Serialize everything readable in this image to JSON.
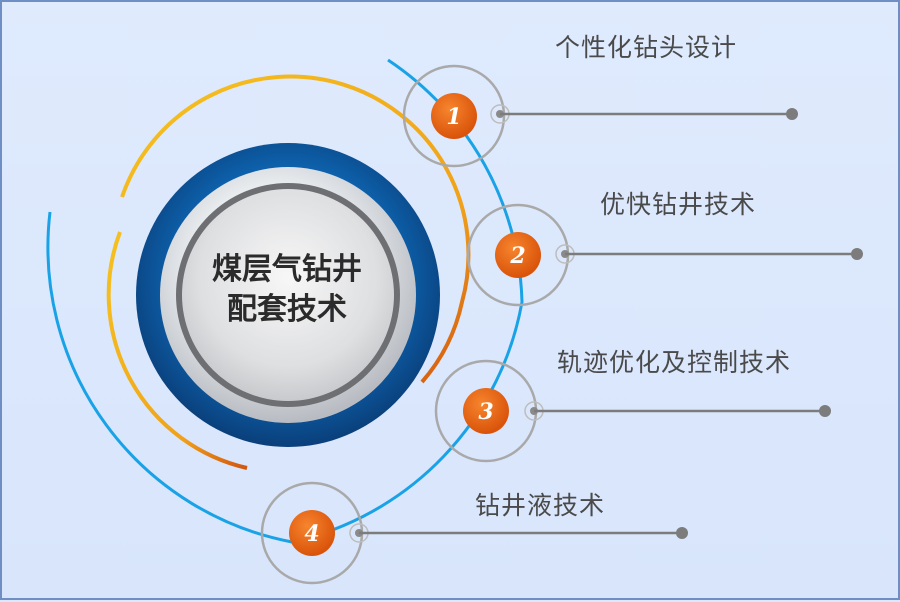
{
  "center": {
    "line1": "煤层气钻井",
    "line2": "配套技术"
  },
  "items": [
    {
      "number": "1",
      "label": "个性化钻头设计"
    },
    {
      "number": "2",
      "label": "优快钻井技术"
    },
    {
      "number": "3",
      "label": "轨迹优化及控制技术"
    },
    {
      "number": "4",
      "label": "钻井液技术"
    }
  ],
  "colors": {
    "badge": "#e8620f",
    "arc_blue": "#1aa2e6",
    "arc_gold": "#f2b21a",
    "ring_dark_blue": "#0b4a87",
    "connector": "#7c7c7c"
  }
}
